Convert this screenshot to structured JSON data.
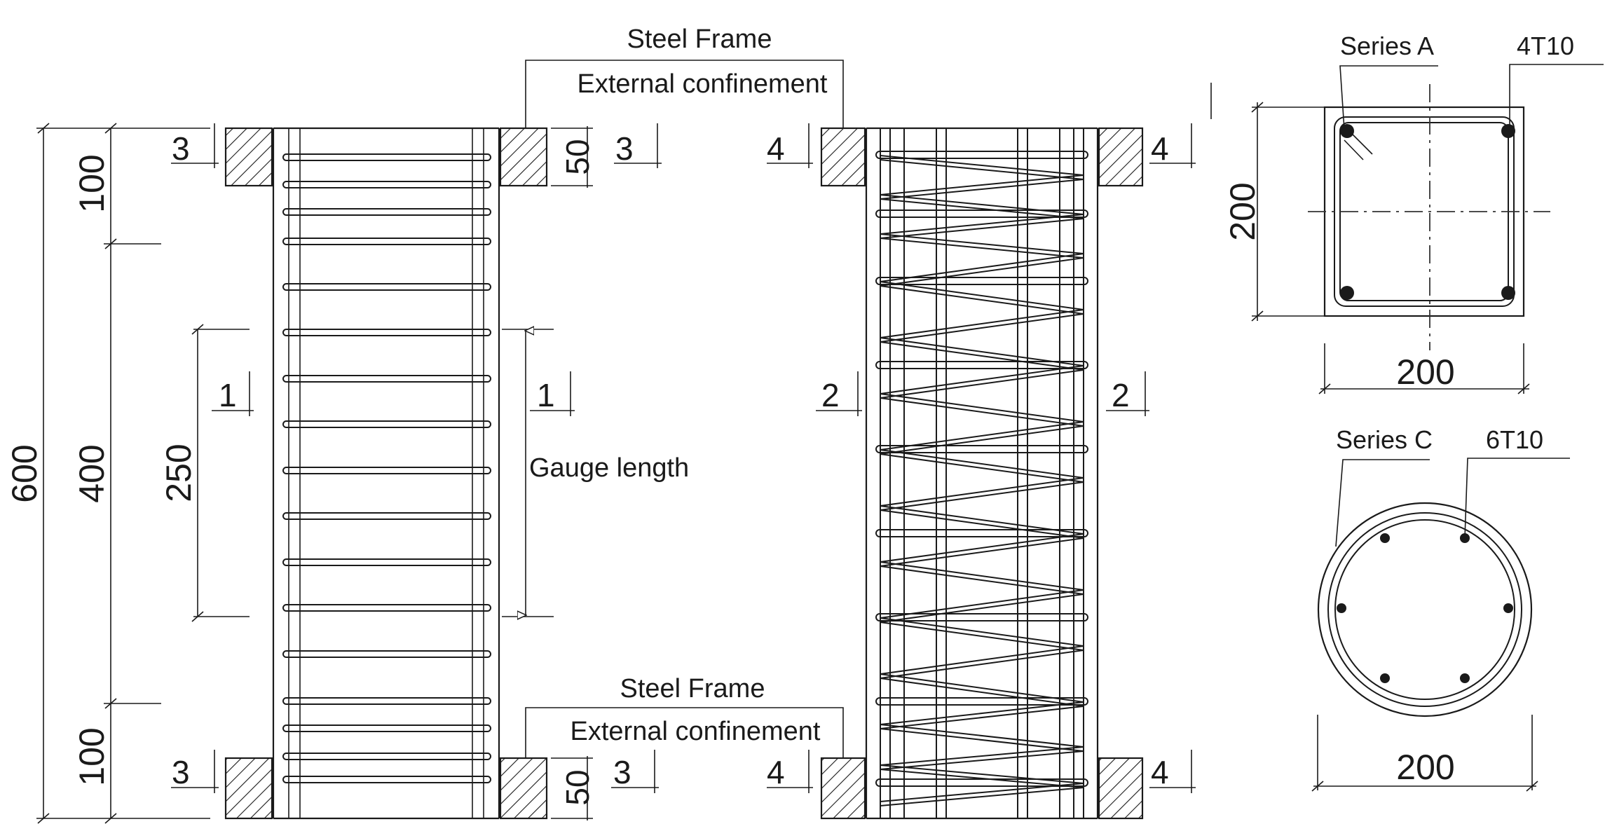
{
  "labels": {
    "steel_frame_top": "Steel Frame",
    "ext_conf_top": "External confinement",
    "steel_frame_bottom": "Steel Frame",
    "ext_conf_bottom": "External confinement",
    "gauge_length": "Gauge length",
    "series_a": "Series A",
    "series_a_bars": "4T10",
    "series_c": "Series C",
    "series_c_bars": "6T10"
  },
  "dimensions": {
    "total_height": "600",
    "end_top": "100",
    "middle": "400",
    "end_bottom": "100",
    "gauge": "250",
    "frame_top": "50",
    "frame_bottom": "50",
    "square_height": "200",
    "square_width": "200",
    "circle_diameter": "200"
  },
  "sections": {
    "s1": "1",
    "s2": "2",
    "s3": "3",
    "s4": "4"
  }
}
